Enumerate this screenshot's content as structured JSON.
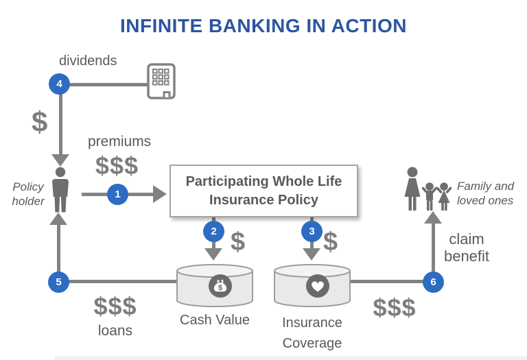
{
  "title": "INFINITE BANKING IN ACTION",
  "colors": {
    "title_blue": "#2B55A1",
    "step_blue": "#2E6BC3",
    "connector_gray": "#828282",
    "text_gray": "#595959",
    "icon_gray": "#6E6E6E",
    "cylinder_fill": "#E9E9E9"
  },
  "steps": {
    "s1": "1",
    "s2": "2",
    "s3": "3",
    "s4": "4",
    "s5": "5",
    "s6": "6"
  },
  "labels": {
    "dividends": "dividends",
    "dividend_amount": "$",
    "premiums": "premiums",
    "premiums_amount": "$$$",
    "policy_holder_line1": "Policy",
    "policy_holder_line2": "holder",
    "policy_box_line1": "Participating Whole Life",
    "policy_box_line2": "Insurance Policy",
    "cash_deposit_amount": "$",
    "coverage_deposit_amount": "$",
    "cash_value": "Cash Value",
    "insurance_line1": "Insurance",
    "insurance_line2": "Coverage",
    "loans_amount": "$$$",
    "loans": "loans",
    "claim_amount": "$$$",
    "claim_line1": "claim",
    "claim_line2": "benefit",
    "family_line1": "Family and",
    "family_line2": "loved ones",
    "bag_symbol": "$"
  },
  "icons": {
    "company": "building-icon",
    "policy_holder": "person-icon",
    "cash_value": "money-bag-icon",
    "insurance_coverage": "heart-icon",
    "beneficiaries": "family-icon"
  }
}
